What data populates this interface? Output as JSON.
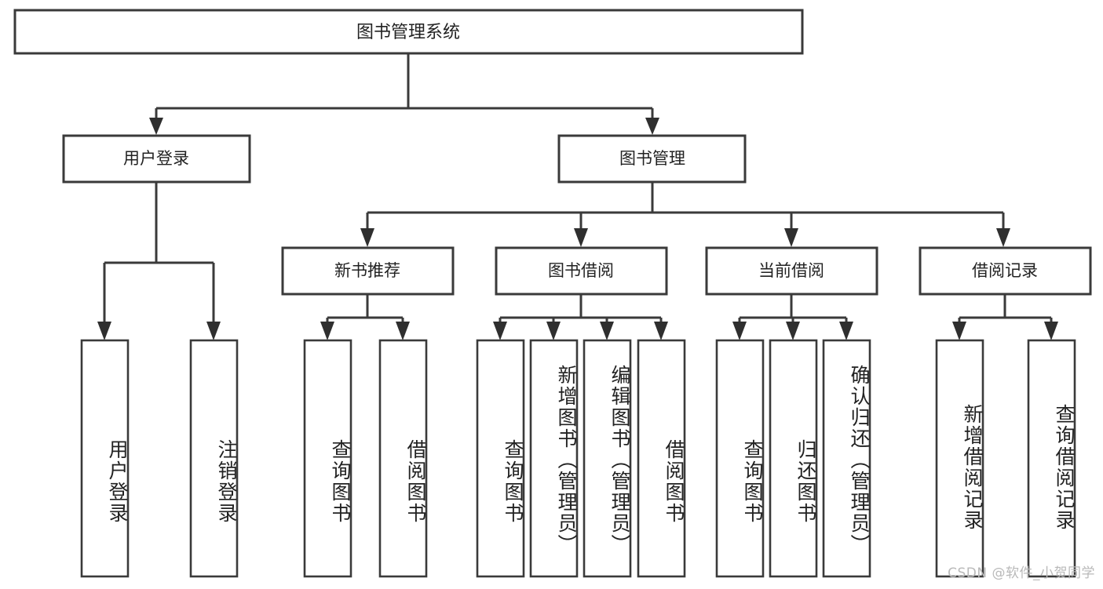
{
  "diagram": {
    "type": "tree-hierarchy",
    "title_node": {
      "label": "图书管理系统"
    },
    "level2": [
      {
        "id": "user-login",
        "label": "用户登录"
      },
      {
        "id": "book-manage",
        "label": "图书管理"
      }
    ],
    "level3": [
      {
        "id": "new-book-recommend",
        "label": "新书推荐",
        "parent": "book-manage"
      },
      {
        "id": "book-borrow",
        "label": "图书借阅",
        "parent": "book-manage"
      },
      {
        "id": "current-borrow",
        "label": "当前借阅",
        "parent": "book-manage"
      },
      {
        "id": "borrow-record",
        "label": "借阅记录",
        "parent": "book-manage"
      }
    ],
    "leaves": {
      "user_login": [
        {
          "id": "leaf-user-login",
          "label": "用户登录"
        },
        {
          "id": "leaf-logout-login",
          "label": "注销登录"
        }
      ],
      "new_book_recommend": [
        {
          "id": "leaf-query-book-1",
          "label": "查询图书"
        },
        {
          "id": "leaf-borrow-book-1",
          "label": "借阅图书"
        }
      ],
      "book_borrow": [
        {
          "id": "leaf-query-book-2",
          "label": "查询图书"
        },
        {
          "id": "leaf-add-book",
          "label": "新增图书（管理员）"
        },
        {
          "id": "leaf-edit-book",
          "label": "编辑图书（管理员）"
        },
        {
          "id": "leaf-borrow-book-2",
          "label": "借阅图书"
        }
      ],
      "current_borrow": [
        {
          "id": "leaf-query-book-3",
          "label": "查询图书"
        },
        {
          "id": "leaf-return-book",
          "label": "归还图书"
        },
        {
          "id": "leaf-confirm-return",
          "label": "确认归还（管理员）"
        }
      ],
      "borrow_record": [
        {
          "id": "leaf-add-record",
          "label": "新增借阅记录"
        },
        {
          "id": "leaf-query-record",
          "label": "查询借阅记录"
        }
      ]
    },
    "colors": {
      "background": "#ffffff",
      "box_stroke": "#3a3a3a",
      "text": "#222222",
      "arrow": "#2f2f2f",
      "watermark": "#b9b9b9"
    }
  },
  "watermark": {
    "text": "CSDN @软件_小贺同学"
  }
}
